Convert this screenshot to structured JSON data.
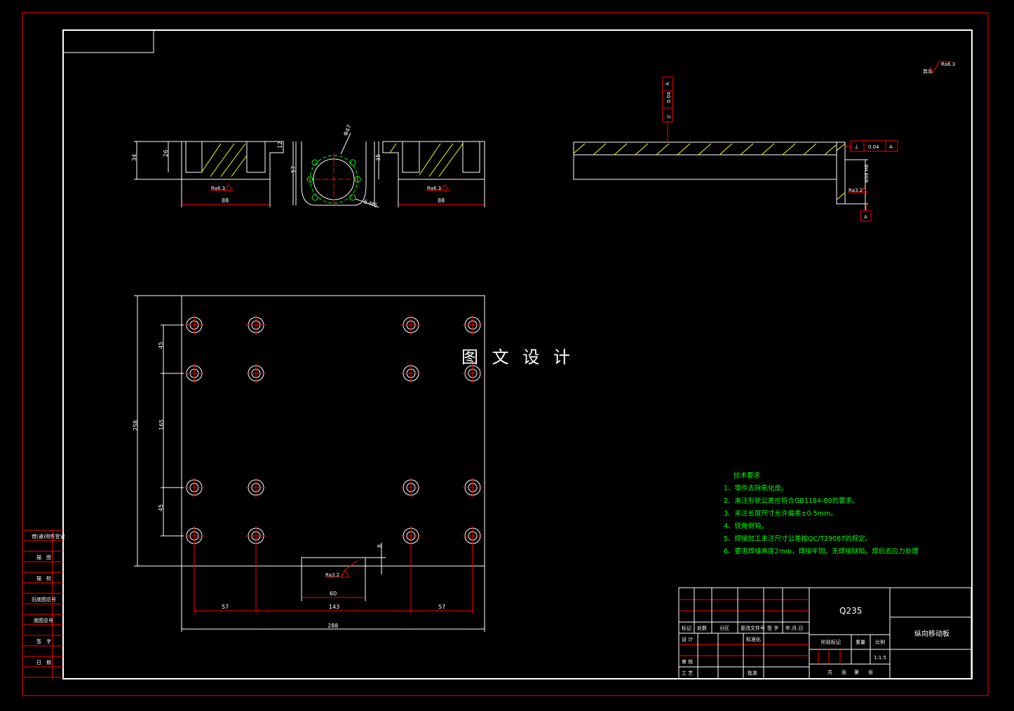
{
  "watermark": "图 文 设 计",
  "roughness_corner": {
    "main": "Ra6.3",
    "other": "其余"
  },
  "section_view": {
    "dims": {
      "d34": "34",
      "d26": "26",
      "d12": "12",
      "d57": "57",
      "d35": "35",
      "d88a": "88",
      "d88b": "88"
    },
    "hole_circle": "Φ47",
    "thread": "6-M6",
    "roughness_left": "Ra6.3",
    "roughness_right": "Ra6.3"
  },
  "side_view": {
    "parallel_fcf": {
      "symbol": "//",
      "value": "0.04",
      "datum": "A"
    },
    "perpendicular_fcf": {
      "symbol": "⊥",
      "value": "0.04",
      "datum": "A"
    },
    "bore_dim": "Φ36 H8",
    "roughness": "Ra3.2",
    "datum": "A"
  },
  "plan_view": {
    "dims": {
      "d258": "258",
      "d45a": "45",
      "d165": "165",
      "d45b": "45",
      "d8": "8",
      "d60": "60",
      "d57a": "57",
      "d143": "143",
      "d57b": "57",
      "d288": "288"
    },
    "roughness": "Ra3.2"
  },
  "tech_requirements": {
    "title": "技术要求",
    "items": [
      "1、零件去除氧化皮。",
      "2、未注形状公差应符合GB1184-80的要求。",
      "3、未注长度尺寸允许偏差±0.5mm。",
      "4、锐角倒钝。",
      "5、焊接加工未注尺寸公差按QC/T29087的规定。",
      "6、要求焊缝高度2mm，焊接牢固，无焊接缺陷，焊后去应力处理"
    ]
  },
  "side_strip": [
    "借(通)用件登记",
    "描　图",
    "描　校",
    "旧底图总号",
    "底图总号",
    "签　字",
    "日　期"
  ],
  "title_block": {
    "material": "Q235",
    "part_name": "纵向移动板",
    "row_labels": [
      "标记",
      "处数",
      "分区",
      "更改文件号",
      "签 字",
      "年.月.日"
    ],
    "design": "设 计",
    "standardize": "标准化",
    "review": "审 核",
    "process": "工 艺",
    "approve": "批准",
    "stage_mark": "阶段标记",
    "weight": "重量",
    "scale_label": "比例",
    "scale": "1:1.5",
    "sheets": [
      "共",
      "张",
      "第",
      "张"
    ]
  },
  "colors": {
    "border": "#ff0000",
    "outline": "#ffffff",
    "hatch": "#ffff00",
    "center": "#ff0000",
    "text": "#00ff00"
  }
}
